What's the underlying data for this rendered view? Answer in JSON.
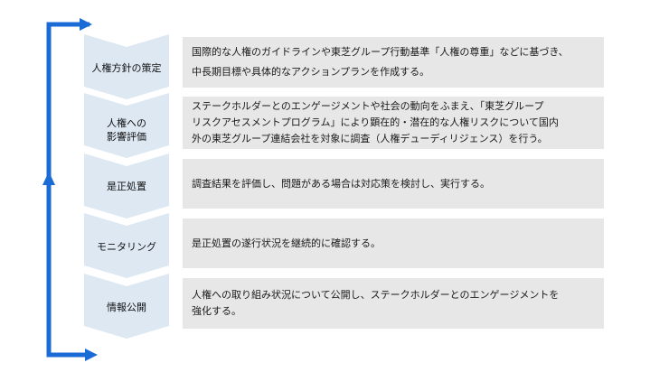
{
  "colors": {
    "loop": "#1a6bd6",
    "step_fill": "#dde8f3",
    "desc_fill": "#e7e7e7"
  },
  "steps": [
    {
      "label": "人権方針の策定",
      "description": "国際的な人権のガイドラインや東芝グループ行動基準「人権の尊重」などに基づき、\n中長期目標や具体的なアクションプランを作成する。"
    },
    {
      "label": "人権への\n影響評価",
      "description": "ステークホルダーとのエンゲージメントや社会の動向をふまえ、「東芝グループ\nリスクアセスメントプログラム」により顕在的・潜在的な人権リスクについて国内\n外の東芝グループ連結会社を対象に調査（人権デューディリジェンス）を行う。"
    },
    {
      "label": "是正処置",
      "description": "調査結果を評価し、問題がある場合は対応策を検討し、実行する。"
    },
    {
      "label": "モニタリング",
      "description": "是正処置の遂行状況を継続的に確認する。"
    },
    {
      "label": "情報公開",
      "description": "人権への取り組み状況について公開し、ステークホルダーとのエンゲージメントを\n強化する。"
    }
  ]
}
